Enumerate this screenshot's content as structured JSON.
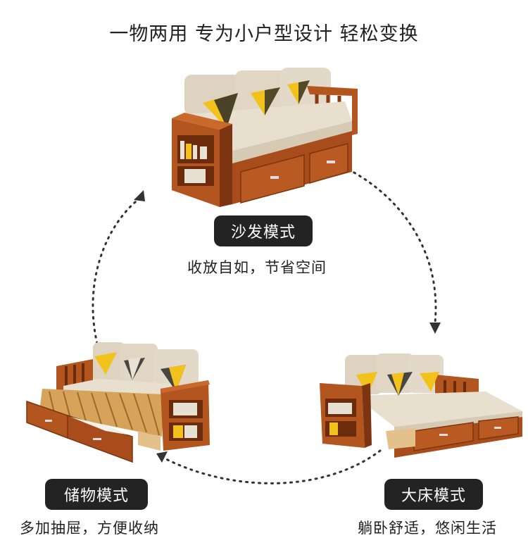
{
  "headline": "一物两用 专为小户型设计 轻松变换",
  "modes": {
    "sofa": {
      "label": "沙发模式",
      "caption": "收放自如，节省空间"
    },
    "storage": {
      "label": "储物模式",
      "caption": "多加抽屉，方便收纳"
    },
    "bed": {
      "label": "大床模式",
      "caption": "躺卧舒适，悠闲生活"
    }
  },
  "colors": {
    "wood": "#b2551f",
    "wood_dark": "#7d3410",
    "fabric": "#e6dccb",
    "pill": "#232323",
    "pillow_yellow": "#f2c21a"
  }
}
